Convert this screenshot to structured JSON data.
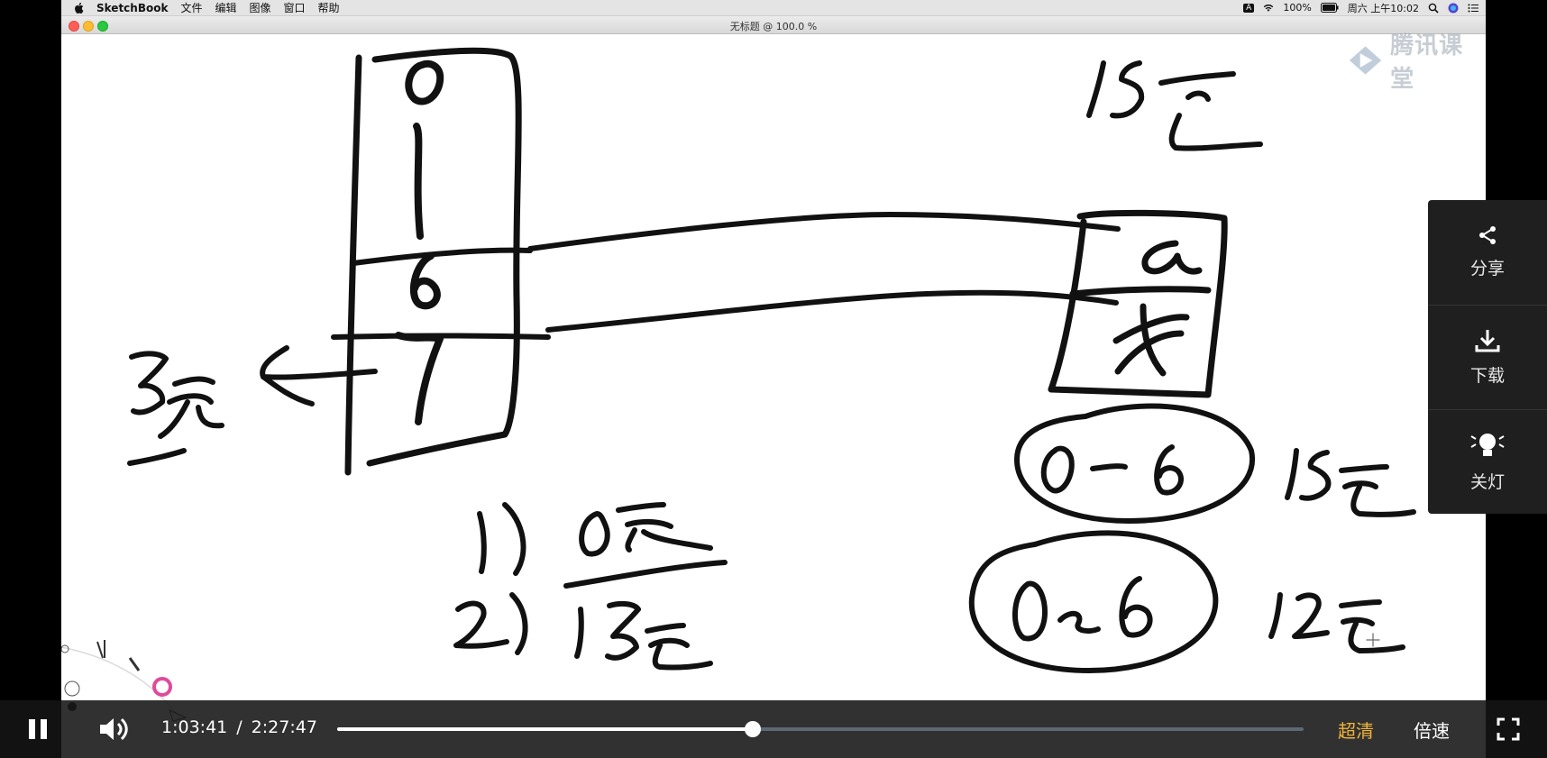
{
  "menubar": {
    "apple_icon": "apple-icon",
    "app_name": "SketchBook",
    "menus": [
      "文件",
      "编辑",
      "图像",
      "窗口",
      "帮助"
    ],
    "input_badge": "A",
    "battery": "100%",
    "datetime": "周六 上午10:02"
  },
  "window": {
    "title": "无标题 @ 100.0 %"
  },
  "watermark": {
    "text": "腾讯课堂"
  },
  "side_panel": {
    "share_label": "分享",
    "download_label": "下载",
    "light_label": "关灯"
  },
  "player": {
    "current_time": "1:03:41",
    "separator": "/",
    "total_time": "2:27:47",
    "progress_fraction": 0.43,
    "quality_label": "超清",
    "speed_label": "倍速",
    "quality_color": "#f0b33b",
    "state": "playing"
  },
  "colors": {
    "panel_bg": "#1f1f1f",
    "controls_bg": "#141414",
    "progress_track": "#5c6874"
  }
}
